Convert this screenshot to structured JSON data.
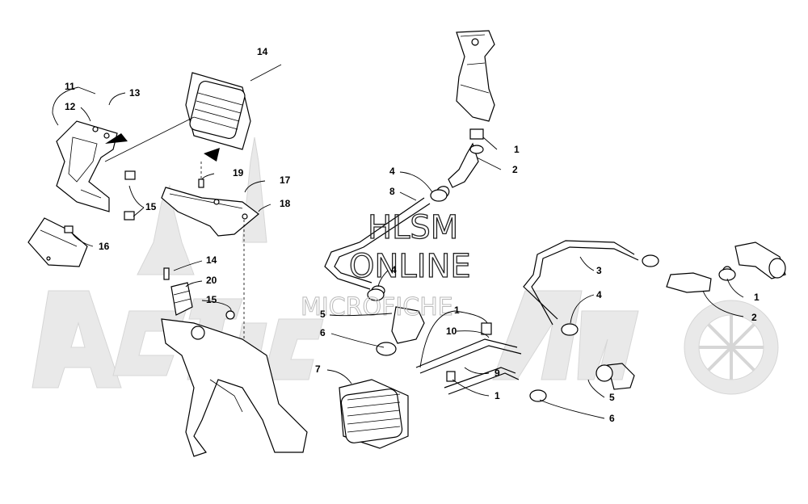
{
  "watermark": {
    "line1": "HLSM",
    "line2": "ONLINE",
    "line3": "MICROFICHE",
    "brand_ghost": "Arctic Cat"
  },
  "callouts": [
    {
      "id": "c14a",
      "label": "14"
    },
    {
      "id": "c11",
      "label": "11"
    },
    {
      "id": "c13",
      "label": "13"
    },
    {
      "id": "c12",
      "label": "12"
    },
    {
      "id": "c19",
      "label": "19"
    },
    {
      "id": "c17",
      "label": "17"
    },
    {
      "id": "c18",
      "label": "18"
    },
    {
      "id": "c15a",
      "label": "15"
    },
    {
      "id": "c16",
      "label": "16"
    },
    {
      "id": "c14b",
      "label": "14"
    },
    {
      "id": "c20",
      "label": "20"
    },
    {
      "id": "c15b",
      "label": "15"
    },
    {
      "id": "c1a",
      "label": "1"
    },
    {
      "id": "c2a",
      "label": "2"
    },
    {
      "id": "c4a",
      "label": "4"
    },
    {
      "id": "c8",
      "label": "8"
    },
    {
      "id": "c4b",
      "label": "4"
    },
    {
      "id": "c5a",
      "label": "5"
    },
    {
      "id": "c6a",
      "label": "6"
    },
    {
      "id": "c1b",
      "label": "1"
    },
    {
      "id": "c10",
      "label": "10"
    },
    {
      "id": "c9",
      "label": "9"
    },
    {
      "id": "c1c",
      "label": "1"
    },
    {
      "id": "c7",
      "label": "7"
    },
    {
      "id": "c3",
      "label": "3"
    },
    {
      "id": "c4c",
      "label": "4"
    },
    {
      "id": "c1d",
      "label": "1"
    },
    {
      "id": "c2b",
      "label": "2"
    },
    {
      "id": "c5b",
      "label": "5"
    },
    {
      "id": "c6b",
      "label": "6"
    }
  ]
}
